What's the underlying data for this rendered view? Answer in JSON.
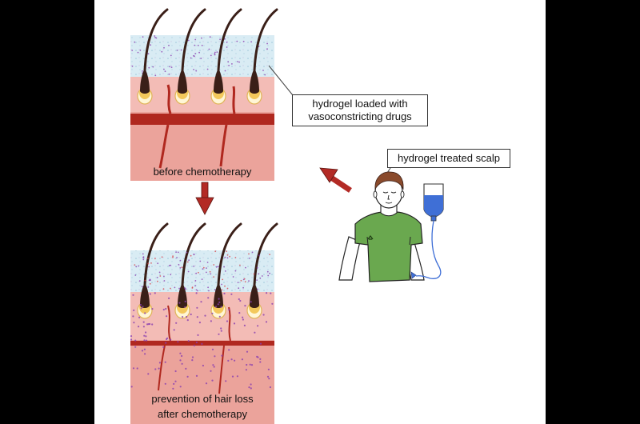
{
  "labels": {
    "before": "before chemotherapy",
    "after_line1": "prevention of hair loss",
    "after_line2": "after chemotherapy",
    "hydrogel_line1": "hydrogel loaded with",
    "hydrogel_line2": "vasoconstricting drugs",
    "scalp": "hydrogel treated scalp"
  },
  "colors": {
    "hydrogel": "#d6e9f2",
    "dermis": "#eba7a0",
    "epidermis": "#f4bfbb",
    "vessel": "#b32a25",
    "hair": "#3a1f18",
    "bulb": "#f3c85b",
    "arrow": "#b32a25",
    "shirt": "#6aa84f",
    "iv_fluid": "#3f6fd6",
    "drug_dots": "#8a3fb0"
  },
  "icons": {
    "down_arrow": "arrow-down-icon",
    "left_arrow": "arrow-up-left-icon",
    "patient": "patient-figure",
    "iv": "iv-bag-icon"
  }
}
